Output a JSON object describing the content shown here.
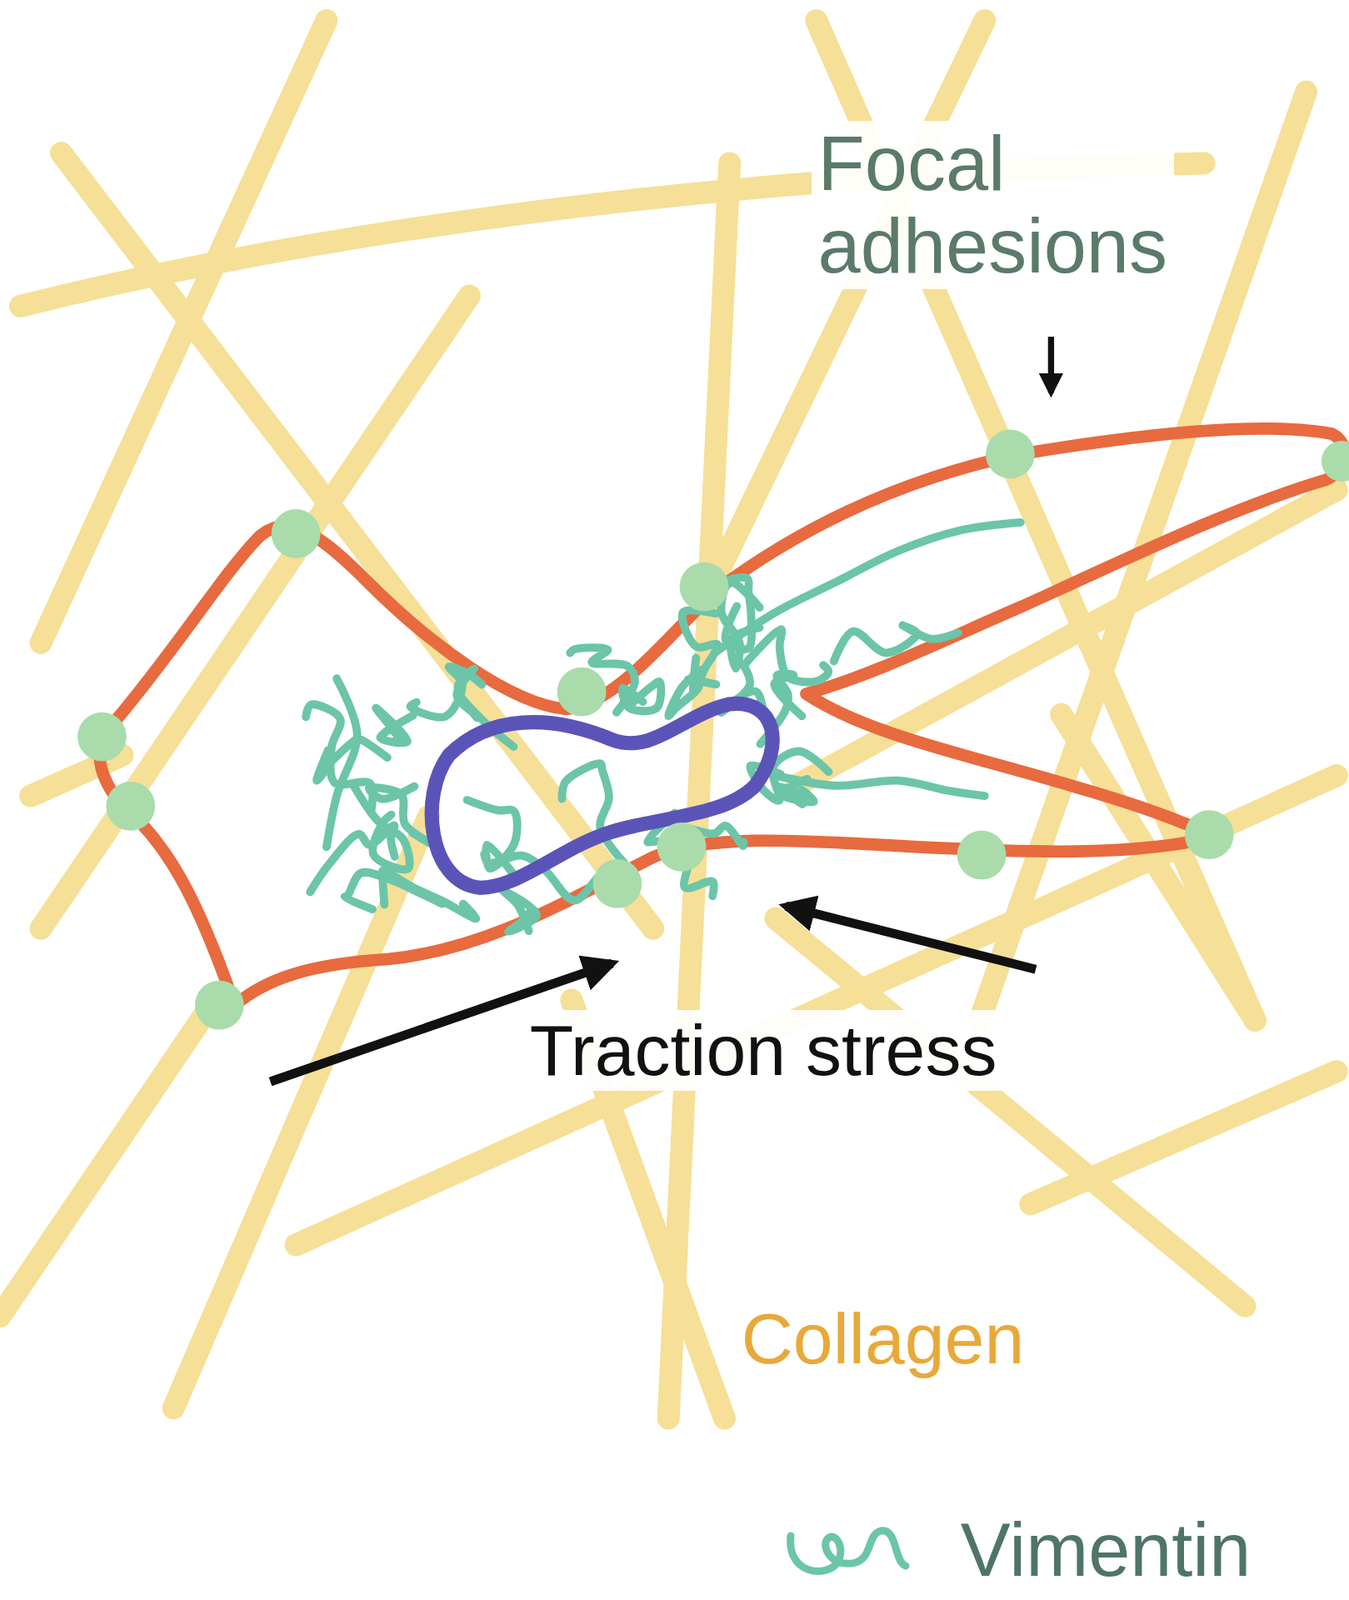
{
  "diagram": {
    "labels": [
      "Focal adhesions",
      "Traction stress",
      "Collagen"
    ],
    "legend": [
      {
        "text": "Vimentin"
      }
    ]
  }
}
